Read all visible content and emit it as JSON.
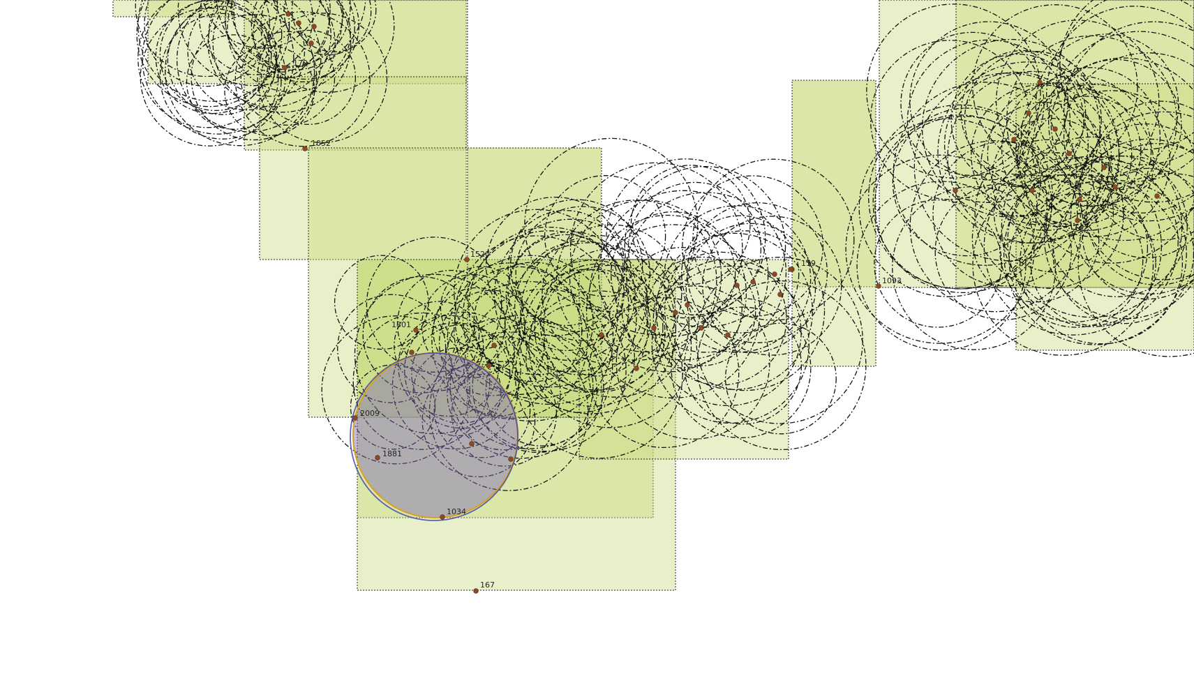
{
  "colors": {
    "tile": "#c9dc7e",
    "highlight_fill": "#7d67b8",
    "highlight_stroke_outer": "#d7a326",
    "highlight_stroke_inner": "#3a3fb0"
  },
  "point_labels": {
    "p167": "167",
    "p1093": "1093",
    "p1520": "1520",
    "p1301": "1301",
    "p2009": "2009",
    "p1881": "1881",
    "p1034": "1034",
    "p119": "119",
    "p1052": "1052",
    "p179": "179"
  }
}
